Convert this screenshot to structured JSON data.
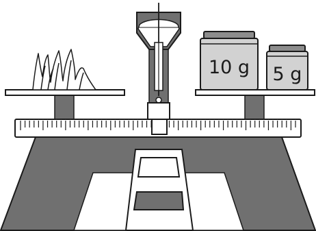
{
  "weights": [
    {
      "label": "10 g",
      "mass": 10
    },
    {
      "label": "5 g",
      "mass": 5
    }
  ],
  "colors": {
    "outline": "#1a1a1a",
    "dark_fill": "#707070",
    "mid_fill": "#8c8c8c",
    "light_fill": "#d2d2d2",
    "background": "#ffffff"
  },
  "scale": {
    "pointer": "centered",
    "beam_ticks": 62
  }
}
